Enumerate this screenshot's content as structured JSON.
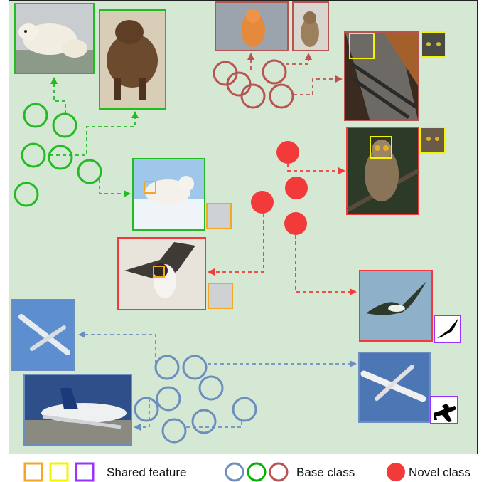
{
  "legend": {
    "shared_feature_label": "Shared feature",
    "base_class_label": "Base class",
    "novel_class_label": "Novel class",
    "shared_feature_colors": [
      "#f5a623",
      "#f4f400",
      "#9933ff"
    ],
    "base_class_colors": [
      "#6c8ebf",
      "#00b300",
      "#b85450"
    ]
  },
  "colors": {
    "green_class": "#22bb22",
    "cat_class": "#b85450",
    "plane_class": "#6c8ebf",
    "novel_class": "#f23a3a",
    "panel_background": "#d5e8d4"
  },
  "clusters": [
    {
      "name": "bear",
      "kind": "base",
      "color": "green"
    },
    {
      "name": "cat",
      "kind": "base",
      "color": "red-brown"
    },
    {
      "name": "airplane",
      "kind": "base",
      "color": "blue"
    },
    {
      "name": "novel",
      "kind": "novel",
      "color": "red"
    }
  ],
  "images": [
    {
      "subject": "polar bear"
    },
    {
      "subject": "brown bear"
    },
    {
      "subject": "orange cat"
    },
    {
      "subject": "tabby cat"
    },
    {
      "subject": "cat close-up"
    },
    {
      "subject": "owl"
    },
    {
      "subject": "polar bear walking"
    },
    {
      "subject": "bird in flight"
    },
    {
      "subject": "albatross"
    },
    {
      "subject": "airplane in sky"
    },
    {
      "subject": "parked airliner"
    },
    {
      "subject": "airliner flying"
    }
  ]
}
